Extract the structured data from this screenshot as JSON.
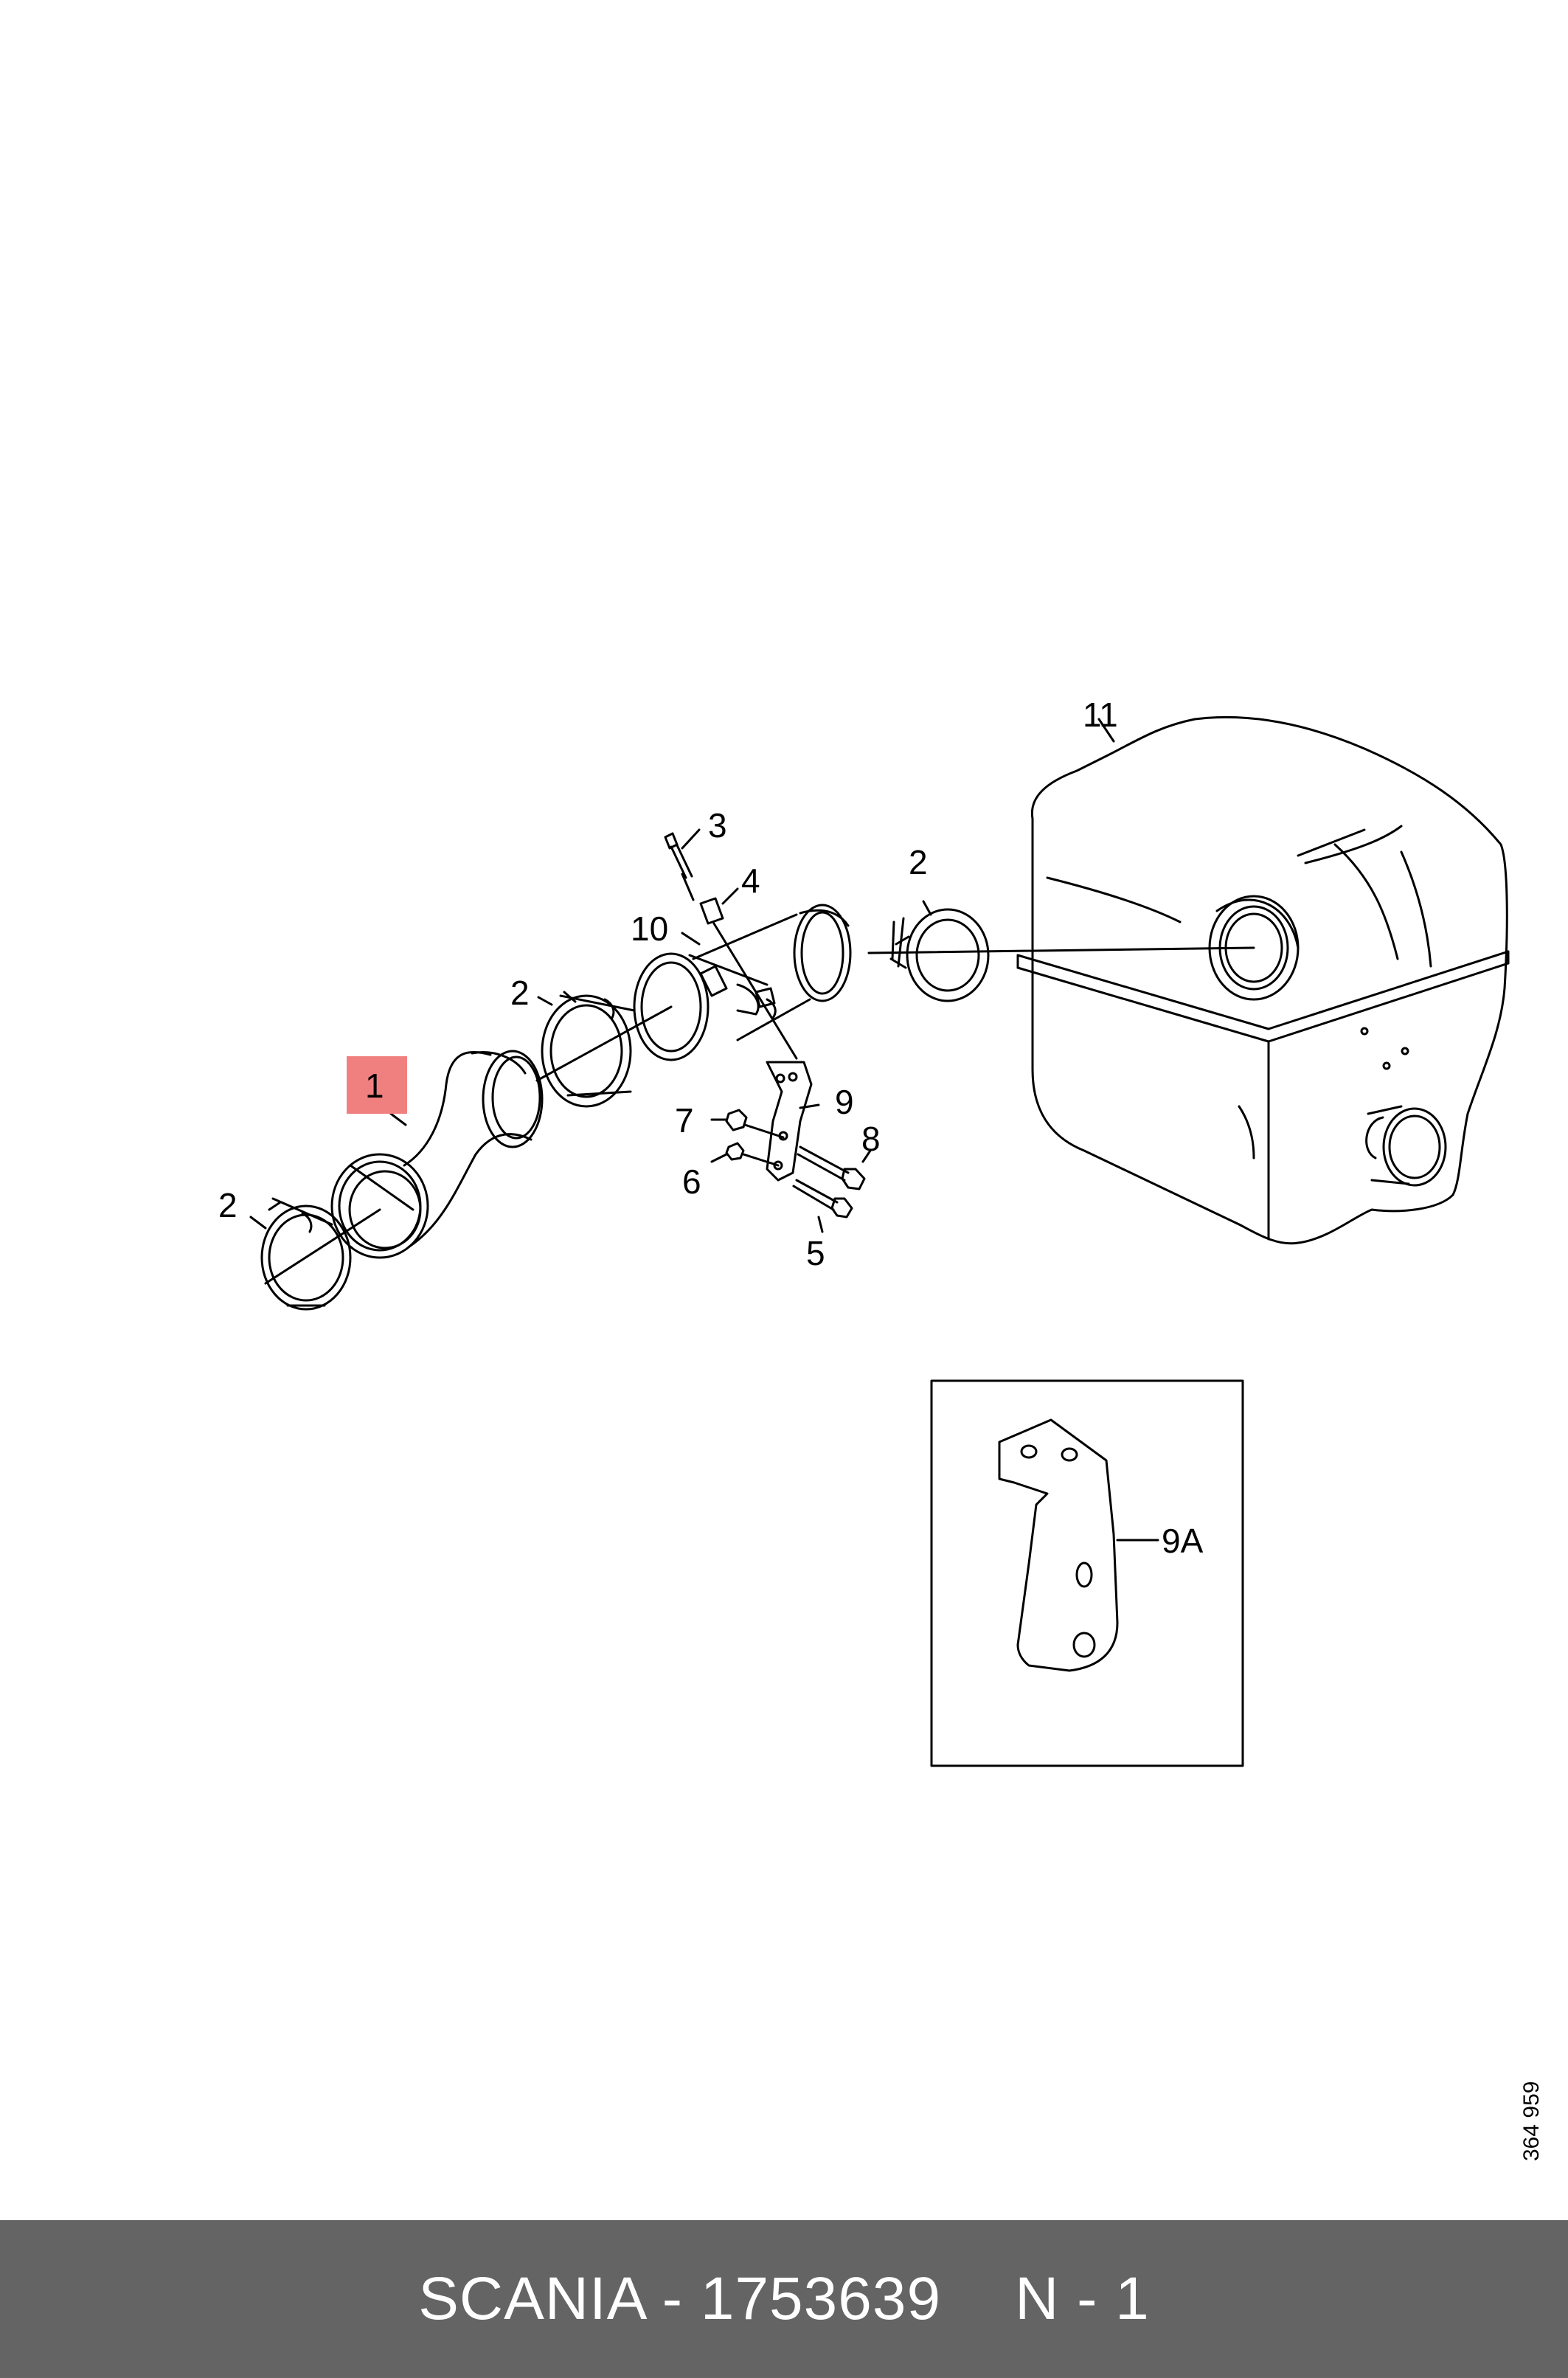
{
  "callouts": {
    "c1": "1",
    "c2a": "2",
    "c2b": "2",
    "c2c": "2",
    "c3": "3",
    "c4": "4",
    "c5": "5",
    "c6": "6",
    "c7": "7",
    "c8": "8",
    "c9": "9",
    "c10": "10",
    "c11": "11",
    "c9a": "9A"
  },
  "drawing_number": "364 959",
  "footer": {
    "part": "SCANIA - 1753639",
    "qty": "N - 1"
  },
  "colors": {
    "highlight": "#f08080",
    "footer_bg": "#646464",
    "line": "#000000"
  }
}
